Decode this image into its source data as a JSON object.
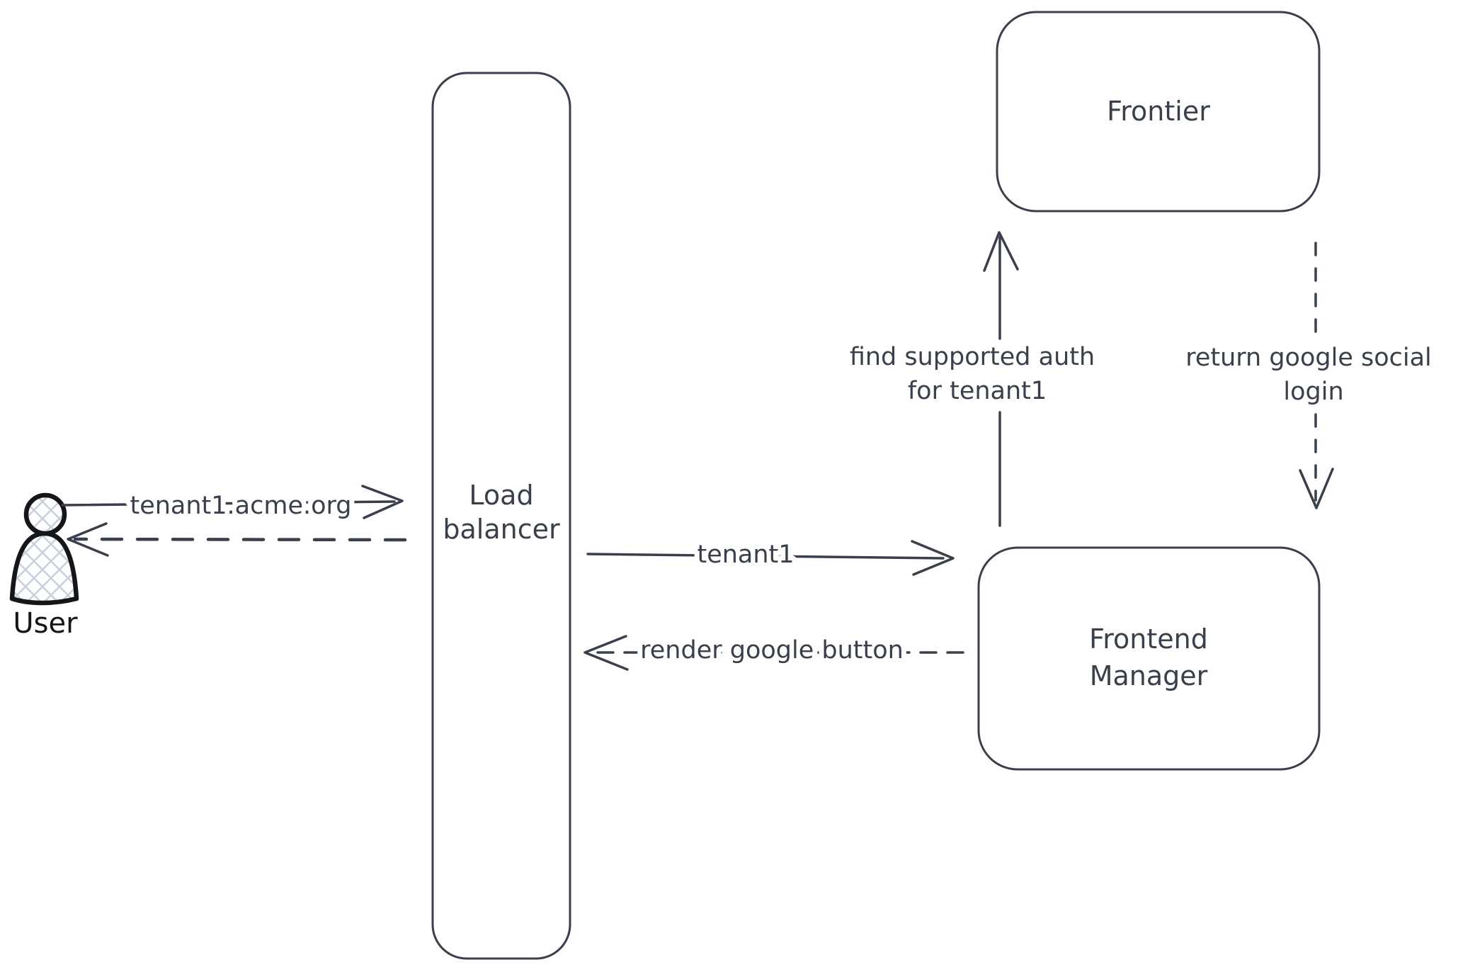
{
  "colors": {
    "stroke": "#39404c",
    "actor_stroke": "#14161a",
    "hatch": "#c9d1da",
    "background": "#ffffff"
  },
  "actor": {
    "label": "User"
  },
  "nodes": {
    "load_balancer": {
      "line1": "Load",
      "line2": "balancer"
    },
    "frontier": {
      "line1": "Frontier"
    },
    "frontend_manager": {
      "line1": "Frontend",
      "line2": "Manager"
    }
  },
  "edges": {
    "request": {
      "label": "tenant1.acme.org",
      "style": "solid",
      "from": "User",
      "to": "Load balancer"
    },
    "response": {
      "label": "",
      "style": "dashed",
      "from": "Load balancer",
      "to": "User"
    },
    "tenant1": {
      "label": "tenant1",
      "style": "solid",
      "from": "Load balancer",
      "to": "Frontend Manager"
    },
    "render_google_button": {
      "label": "render google button",
      "style": "dashed",
      "from": "Frontend Manager",
      "to": "Load balancer"
    },
    "find_supported_auth": {
      "label_line1": "find supported auth",
      "label_line2": "for tenant1",
      "style": "solid",
      "from": "Frontend Manager",
      "to": "Frontier"
    },
    "return_google_social_login": {
      "label_line1": "return google social",
      "label_line2": "login",
      "style": "dashed",
      "from": "Frontier",
      "to": "Frontend Manager"
    }
  }
}
